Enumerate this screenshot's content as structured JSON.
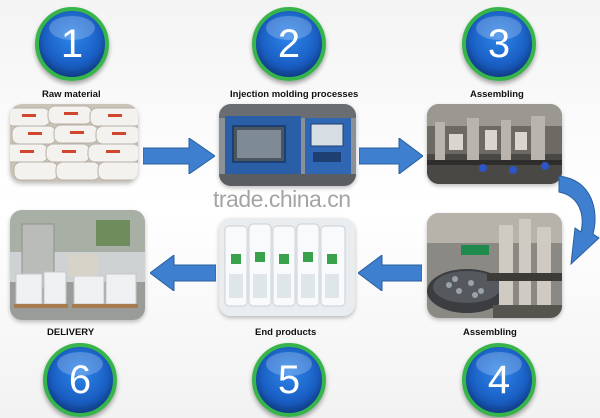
{
  "steps": [
    {
      "number": "1",
      "label": "Raw material"
    },
    {
      "number": "2",
      "label": "Injection molding processes"
    },
    {
      "number": "3",
      "label": "Assembling"
    },
    {
      "number": "4",
      "label": "Assembling"
    },
    {
      "number": "5",
      "label": "End products"
    },
    {
      "number": "6",
      "label": "DELIVERY"
    }
  ],
  "watermark": "trade.china.cn",
  "colors": {
    "badge_blue": "#1a5fc4",
    "badge_ring": "#37b54a",
    "arrow_blue": "#3e7fcf"
  },
  "icons": [
    "right-arrow-icon",
    "left-arrow-icon",
    "curved-down-arrow-icon"
  ]
}
